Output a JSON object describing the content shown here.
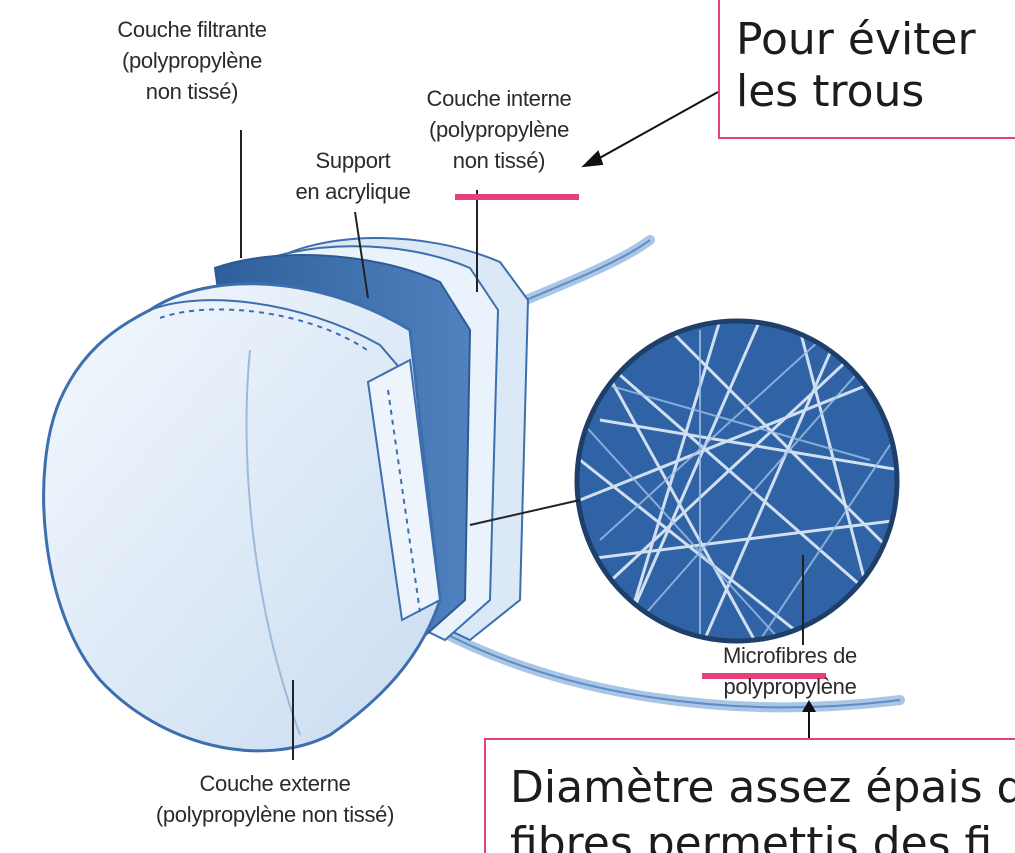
{
  "labels": {
    "couche_filtrante": [
      "Couche filtrante",
      "(polypropylène",
      "non tissé)"
    ],
    "support": [
      "Support",
      "en acrylique"
    ],
    "couche_interne": [
      "Couche interne",
      "(polypropylène",
      "non tissé)"
    ],
    "microfibres": [
      "Microfibres de",
      "polypropylène"
    ],
    "couche_externe": [
      "Couche externe",
      "(polypropylène non tissé)"
    ]
  },
  "annotations": {
    "top": [
      "Pour éviter",
      "les trous"
    ],
    "bottom": [
      "Diamètre assez épais d",
      "fibres permettis des fi"
    ]
  },
  "colors": {
    "highlight": "#e8407f",
    "mask_fill": "#dbe9f7",
    "mask_stroke": "#3d6fae",
    "filter_layer": "#3a6ea8",
    "fiber_bg": "#2f63a6"
  }
}
